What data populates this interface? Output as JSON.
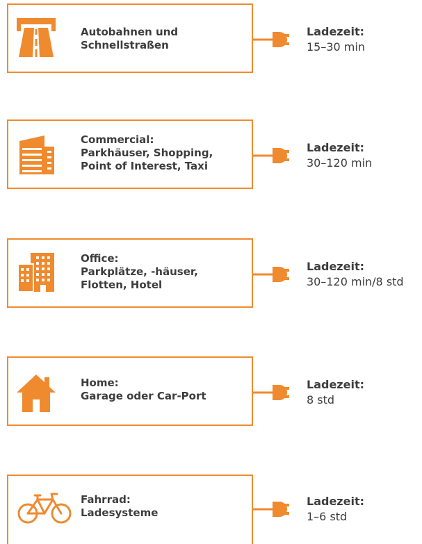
{
  "colors": {
    "accent": "#f08a2e",
    "text": "#3d3d3d",
    "background": "#ffffff"
  },
  "rows": [
    {
      "icon": "highway-icon",
      "lines": [
        "Autobahnen und",
        "Schnellstraßen"
      ],
      "charge_label": "Ladezeit:",
      "charge_value": "15–30 min"
    },
    {
      "icon": "commercial-building-icon",
      "lines": [
        "Commercial:",
        "Parkhäuser, Shopping,",
        "Point of Interest, Taxi"
      ],
      "charge_label": "Ladezeit:",
      "charge_value": "30–120 min"
    },
    {
      "icon": "office-buildings-icon",
      "lines": [
        "Office:",
        "Parkplätze, -häuser,",
        "Flotten, Hotel"
      ],
      "charge_label": "Ladezeit:",
      "charge_value": "30–120 min/8 std"
    },
    {
      "icon": "house-icon",
      "lines": [
        "Home:",
        "Garage oder Car-Port"
      ],
      "charge_label": "Ladezeit:",
      "charge_value": "8 std"
    },
    {
      "icon": "bicycle-icon",
      "lines": [
        "Fahrrad:",
        "Ladesysteme"
      ],
      "charge_label": "Ladezeit:",
      "charge_value": "1–6 std"
    }
  ]
}
